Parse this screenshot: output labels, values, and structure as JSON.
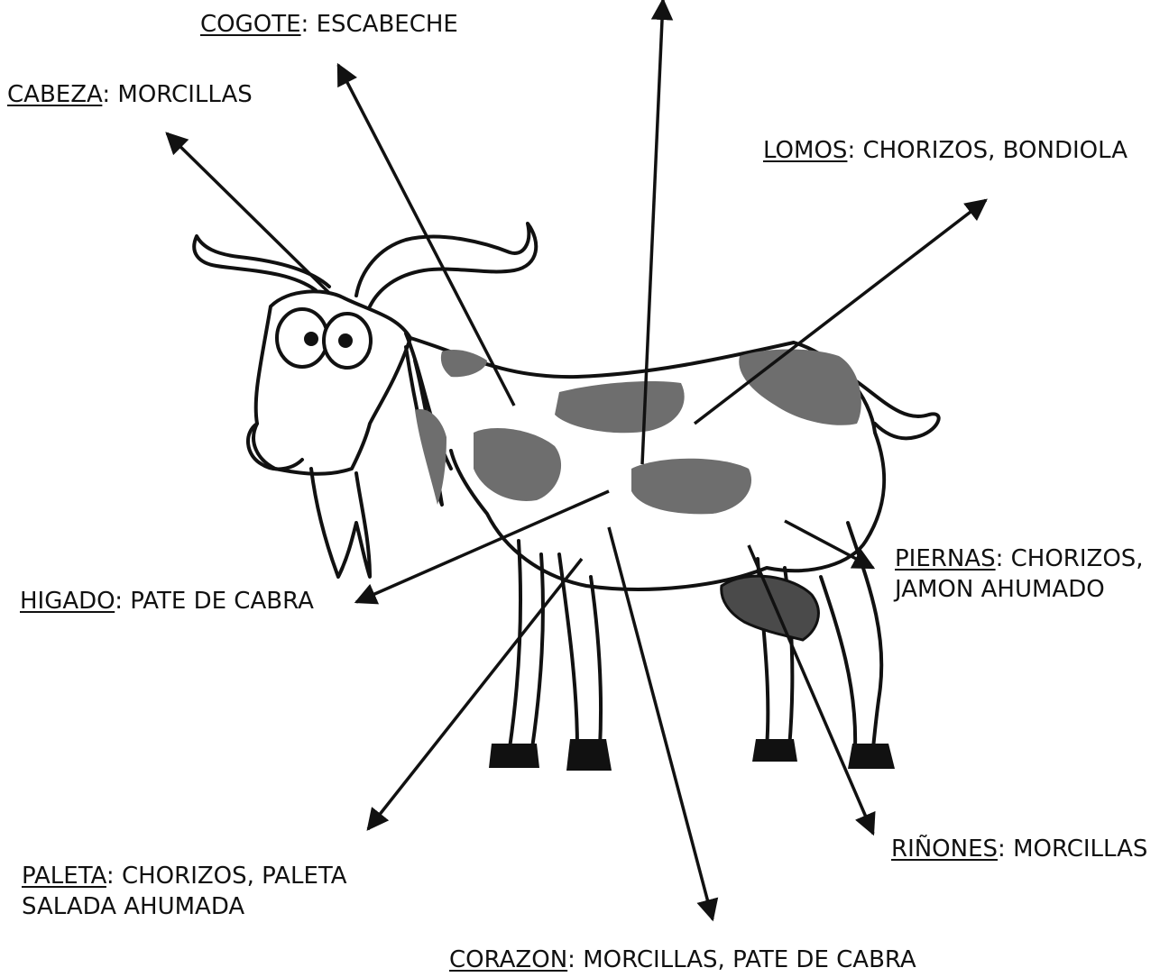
{
  "labels": {
    "cogote": {
      "part": "COGOTE",
      "use": "ESCABECHE"
    },
    "cabeza": {
      "part": "CABEZA",
      "use": "MORCILLAS"
    },
    "lomos": {
      "part": "LOMOS",
      "use": "CHORIZOS, BONDIOLA"
    },
    "piernas": {
      "part": "PIERNAS",
      "use": "CHORIZOS,",
      "use_line2": "JAMON AHUMADO"
    },
    "higado": {
      "part": "HIGADO",
      "use": "PATE DE CABRA"
    },
    "paleta": {
      "part": "PALETA",
      "use": "CHORIZOS, PALETA",
      "use_line2": "SALADA AHUMADA"
    },
    "rinones": {
      "part": "RIÑONES",
      "use": "MORCILLAS"
    },
    "corazon": {
      "part": "CORAZON",
      "use": "MORCILLAS, PATE DE CABRA"
    }
  },
  "separator": ": ",
  "colors": {
    "ink": "#111111",
    "spots": "#6e6e6e",
    "udder": "#4a4a4a",
    "background": "#ffffff"
  },
  "illustration": "goat-drawing"
}
